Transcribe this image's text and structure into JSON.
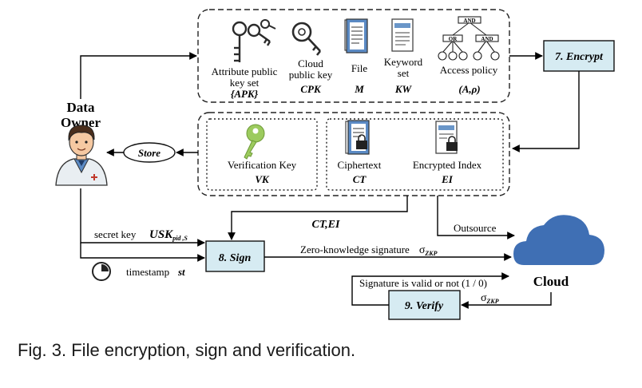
{
  "top_group": {
    "attr_key": {
      "line1": "Attribute public",
      "line2": "key set",
      "symbol": "{APK}"
    },
    "cloud_key": {
      "line1": "Cloud",
      "line2": "public key",
      "symbol": "CPK"
    },
    "file": {
      "line1": "File",
      "symbol": "M"
    },
    "keyword": {
      "line1": "Keyword",
      "line2": "set",
      "symbol": "KW"
    },
    "policy": {
      "line1": "Access policy",
      "symbol": "(A,ρ)",
      "tree_root": "AND",
      "tree_left": "OR",
      "tree_right": "AND"
    }
  },
  "encrypt": {
    "label": "7. Encrypt"
  },
  "mid_group": {
    "verification_key": {
      "line1": "Verification Key",
      "symbol": "VK"
    },
    "ciphertext": {
      "line1": "Ciphertext",
      "symbol": "CT"
    },
    "encrypted_index": {
      "line1": "Encrypted Index",
      "symbol": "EI"
    }
  },
  "store": {
    "label": "Store"
  },
  "data_owner": {
    "line1": "Data",
    "line2": "Owner"
  },
  "ct_ei": "CT,EI",
  "outsource": "Outsource",
  "secret_key": {
    "label": "secret key",
    "symbol": "USK",
    "subscript": "pid ,S"
  },
  "timestamp": {
    "label": "timestamp",
    "symbol": "st"
  },
  "sign": {
    "label": "8. Sign"
  },
  "zk_signature": {
    "label": "Zero-knowledge signature",
    "symbol": "σ",
    "subscript": "ZKP"
  },
  "cloud": {
    "label": "Cloud"
  },
  "valid": {
    "label": "Signature is valid or not (1 / 0)"
  },
  "verify": {
    "label": "9. Verify"
  },
  "sigma_zkp": {
    "symbol": "σ",
    "subscript": "ZKP"
  },
  "caption": "Fig. 3. File encryption, sign and verification.",
  "colors": {
    "process_fill": "#d6ebf2",
    "key_green": "#9ccb5e",
    "cloud_blue": "#3f6fb4",
    "doc_blue": "#6a96c8",
    "skin": "#f6c9a2",
    "hair": "#4a2e1c"
  }
}
